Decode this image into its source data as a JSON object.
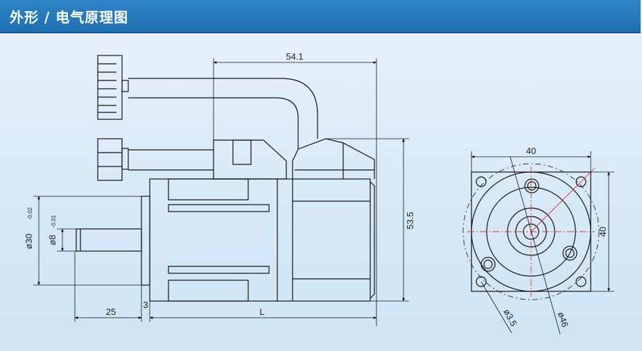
{
  "header": {
    "title": "外形 / 电气原理图"
  },
  "dimensions": {
    "length_top": "54.1",
    "height_right": "53.5",
    "shaft_outer": "ø30",
    "shaft_outer_tol": "-0.02",
    "shaft_inner": "ø8",
    "shaft_inner_tol": "-0.01",
    "shaft_len": "25",
    "flange": "3",
    "body_len": "L",
    "front_width": "40",
    "front_height": "40",
    "hole_dia": "ø3.5",
    "pcd_dia": "ø46"
  },
  "colors": {
    "header": "#1f6fb0",
    "line": "#111111",
    "center_line": "#e23030",
    "bg": "#dbeaf6"
  }
}
